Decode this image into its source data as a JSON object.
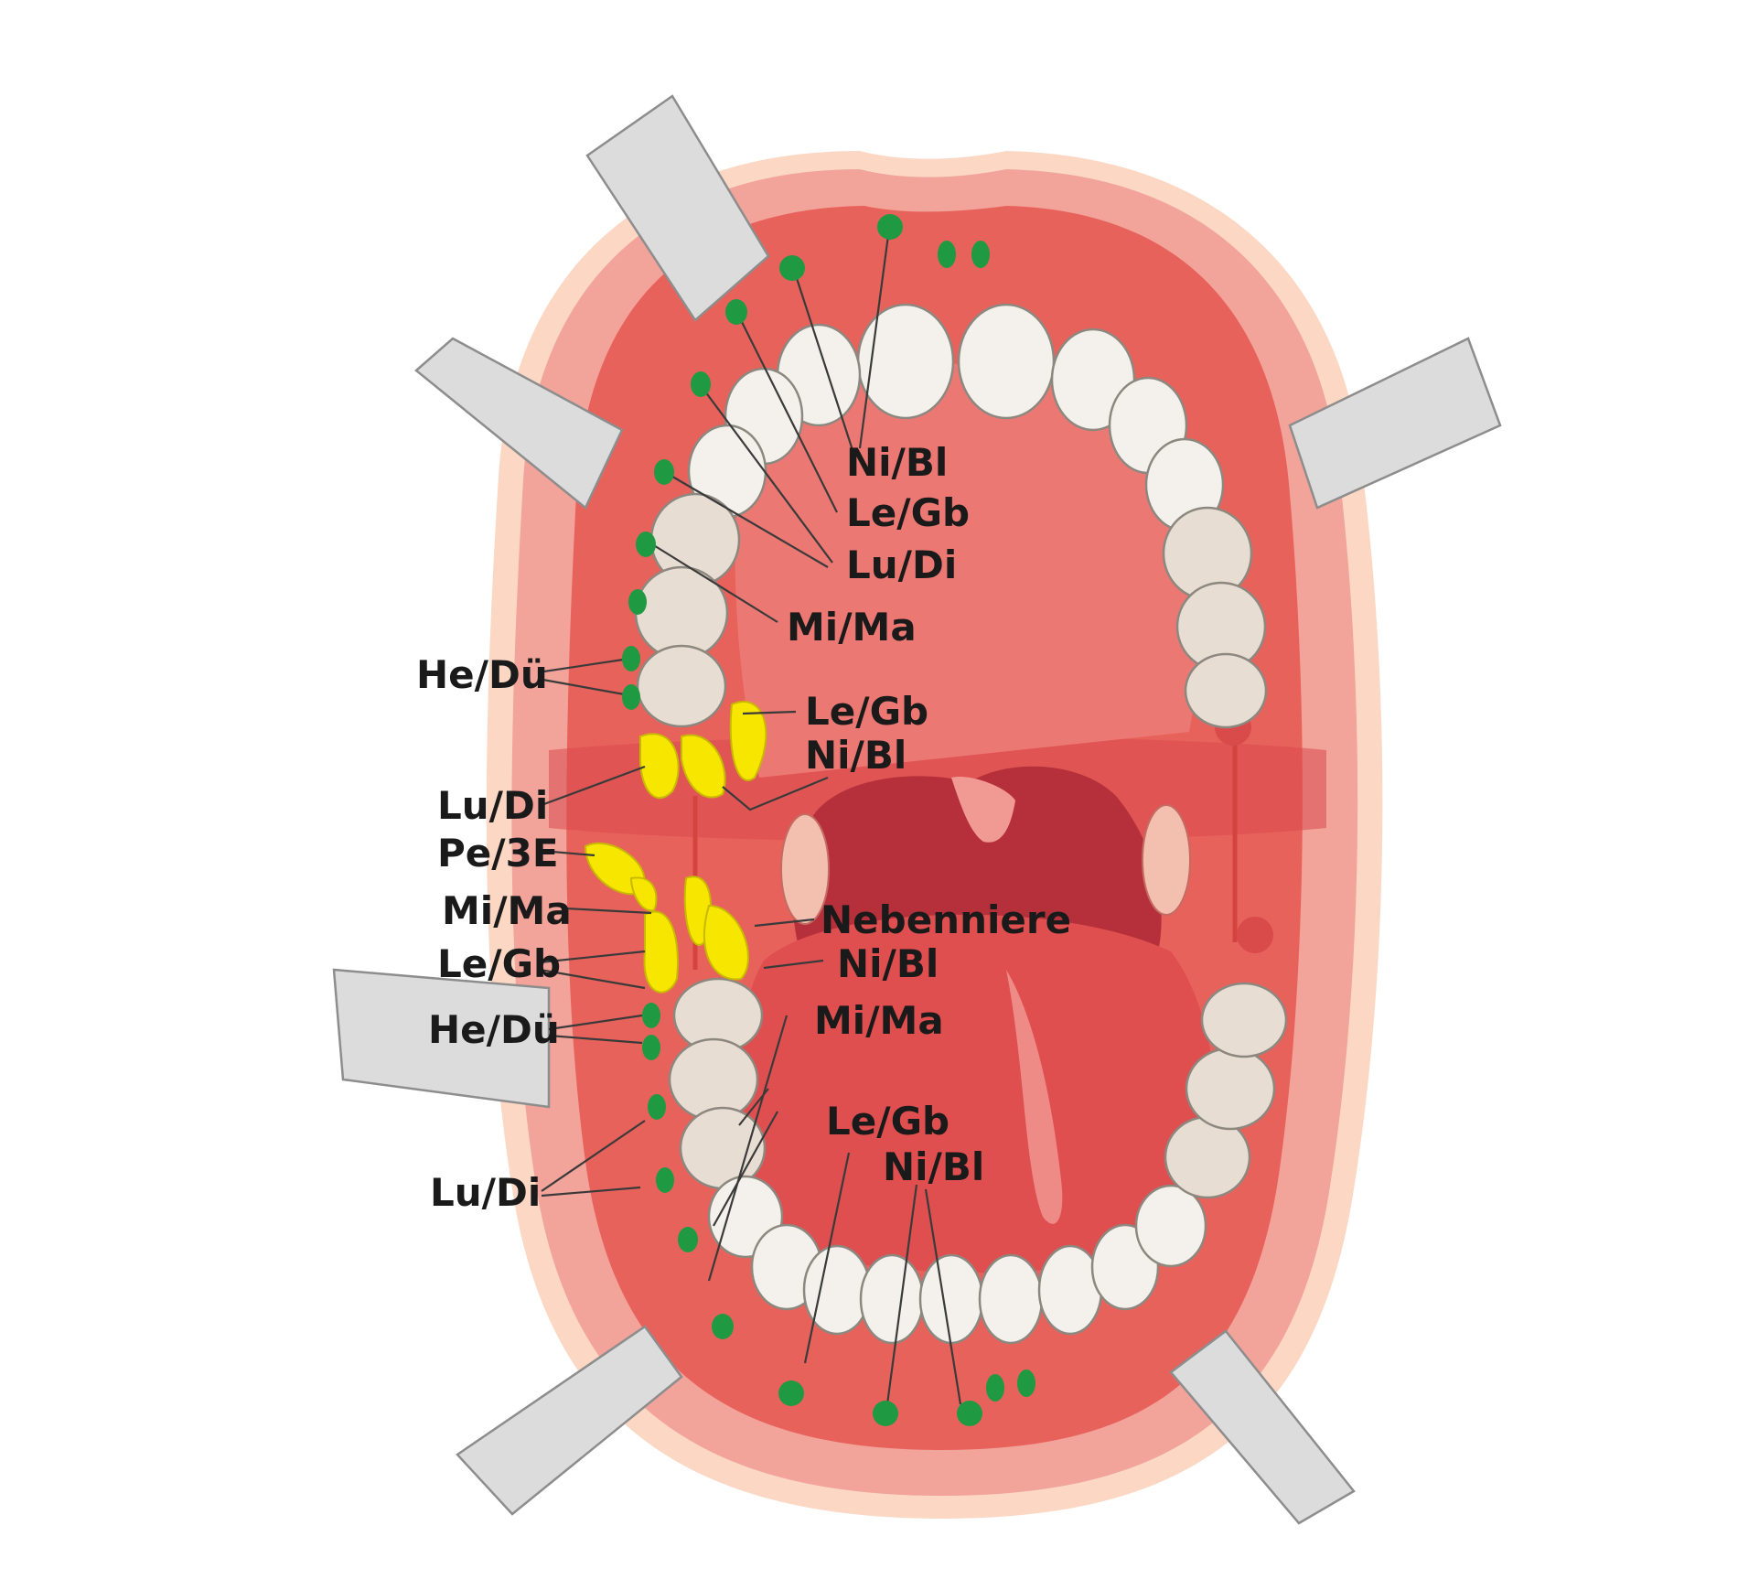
{
  "colors": {
    "lip_outer": "#fcd8c4",
    "lip": "#f2a39a",
    "mucosa": "#e8625c",
    "gum": "#f08a84",
    "palate": "#ec7873",
    "throat": "#b5303a",
    "tongue": "#e04f50",
    "tooth": "#f4f1ec",
    "point": "#1f9a43",
    "cyst": "#f7e600"
  },
  "labels": {
    "upper": [
      "Ni/Bl",
      "Le/Gb",
      "Lu/Di",
      "Mi/Ma",
      "Le/Gb",
      "Ni/Bl"
    ],
    "left": [
      "He/Dü",
      "Lu/Di",
      "Pe/3E",
      "Mi/Ma",
      "Le/Gb",
      "He/Dü",
      "Lu/Di"
    ],
    "lower": [
      "Nebenniere",
      "Ni/Bl",
      "Mi/Ma",
      "Le/Gb",
      "Ni/Bl"
    ]
  }
}
